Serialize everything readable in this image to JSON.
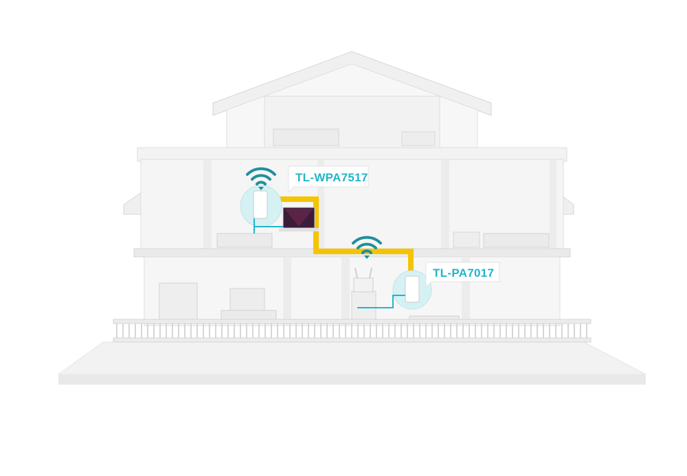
{
  "devices": [
    {
      "id": "wpa",
      "label": "TL-WPA7517",
      "role": "wifi-extender"
    },
    {
      "id": "pa",
      "label": "TL-PA7017",
      "role": "powerline-adapter"
    }
  ],
  "icons": {
    "wifi_upper": "wifi-icon",
    "wifi_middle": "wifi-icon"
  },
  "colors": {
    "accent": "#1fb6c8",
    "powerline": "#f5c400",
    "house_wall": "#f4f4f4",
    "house_line": "#d9d9d9",
    "ground": "#efefef",
    "callout_bg": "#ffffff"
  }
}
